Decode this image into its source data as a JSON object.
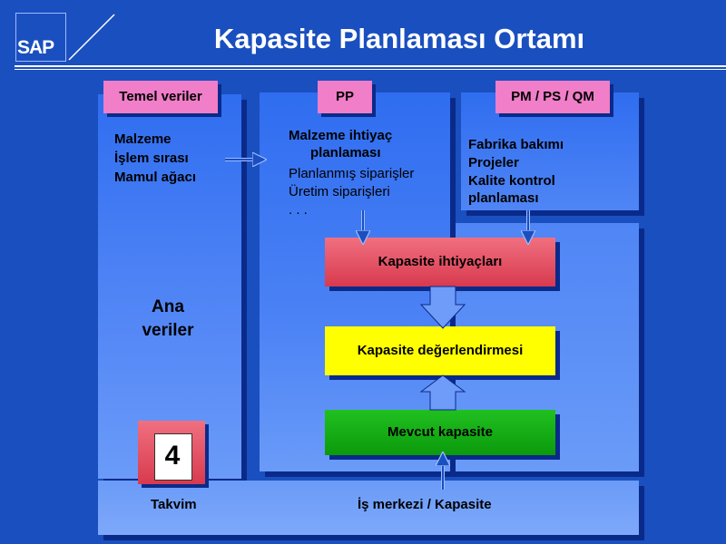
{
  "header": {
    "logo": "SAP",
    "title": "Kapasite Planlaması Ortamı"
  },
  "tags": {
    "master": "Temel veriler",
    "pp": "PP",
    "pm": "PM / PS / QM"
  },
  "master_items": [
    "Malzeme",
    "İşlem sırası",
    "Mamul ağacı"
  ],
  "master_label": [
    "Ana",
    "veriler"
  ],
  "pp_heading": [
    "Malzeme ihtiyaç",
    "planlaması"
  ],
  "pp_items": [
    "Planlanmış siparişler",
    "Üretim siparişleri",
    ". . ."
  ],
  "pm_items": [
    "Fabrika bakımı",
    "Projeler",
    "Kalite kontrol",
    "planlaması"
  ],
  "boxes": {
    "requirements": "Kapasite ihtiyaçları",
    "evaluation": "Kapasite değerlendirmesi",
    "available": "Mevcut kapasite"
  },
  "calendar": {
    "number": "4",
    "label": "Takvim"
  },
  "footer": "İş merkezi / Kapasite",
  "colors": {
    "background": "#1a4fbf",
    "tag": "#f07ec8",
    "requirements": "#e04a60",
    "evaluation": "#ffff00",
    "available": "#12a812"
  }
}
